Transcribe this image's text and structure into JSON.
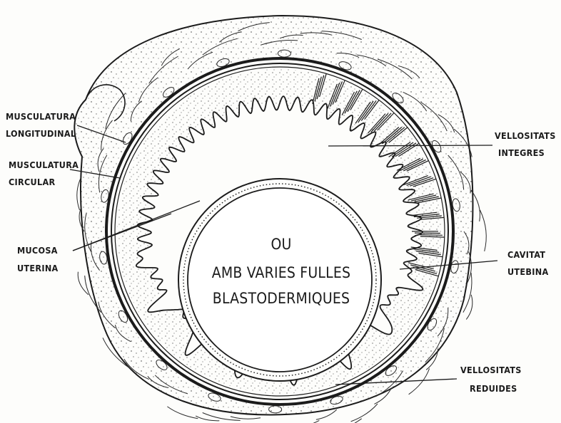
{
  "labels": {
    "musculatura_longitudinal": [
      "MUSCULATURA",
      "LONGITUDINAL"
    ],
    "musculatura_circular": [
      "MUSCULATURA",
      "CIRCULAR"
    ],
    "mucosa_uterina": [
      "MUCOSA",
      "UTERINA"
    ],
    "vellositats_integres": [
      "VELLOSITATS",
      "INTEGRES"
    ],
    "cavitat_uterina": [
      "CAVITAT",
      "UTEBINA"
    ],
    "vellositats_reduides": [
      "VELLOSITATS",
      "REDUIDES"
    ],
    "center": [
      "OU",
      "AMB VARIES FULLES",
      "BLASTODERMIQUES"
    ]
  },
  "colors": {
    "ink": "#1b1b1b",
    "paper": "#fdfdfb"
  }
}
